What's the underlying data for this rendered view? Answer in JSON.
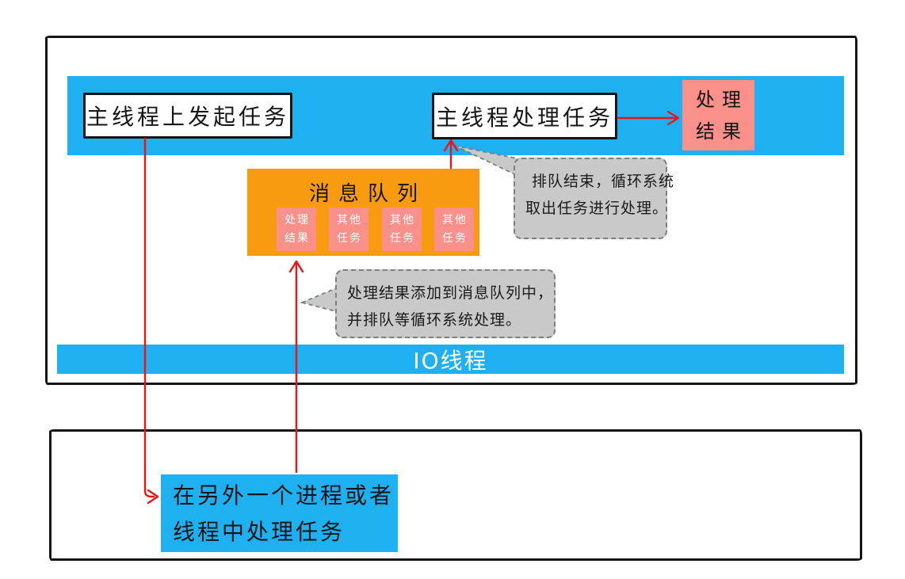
{
  "colors": {
    "blue": "#1FB0F2",
    "orange": "#F99B10",
    "pink": "#F9908A",
    "red": "#EC1515",
    "gray": "#C9C9C9",
    "gray-border": "#7E7E7E",
    "ink": "#161616"
  },
  "main_thread": {
    "start_task_label": "主线程上发起任务",
    "process_task_label": "主线程处理任务",
    "result_box": {
      "line1": "处理",
      "line2": "结果"
    }
  },
  "message_queue": {
    "title": "消息队列",
    "items": [
      {
        "line1": "处理",
        "line2": "结果"
      },
      {
        "line1": "其他",
        "line2": "任务"
      },
      {
        "line1": "其他",
        "line2": "任务"
      },
      {
        "line1": "其他",
        "line2": "任务"
      }
    ]
  },
  "callouts": {
    "dequeue": {
      "line1": "排队结束，循环系统",
      "line2": "取出任务进行处理。"
    },
    "enqueue": {
      "line1": "处理结果添加到消息队列中，",
      "line2": "并排队等循环系统处理。"
    }
  },
  "io_thread": {
    "label": "IO线程"
  },
  "worker": {
    "line1": "在另外一个进程或者",
    "line2": "线程中处理任务"
  }
}
